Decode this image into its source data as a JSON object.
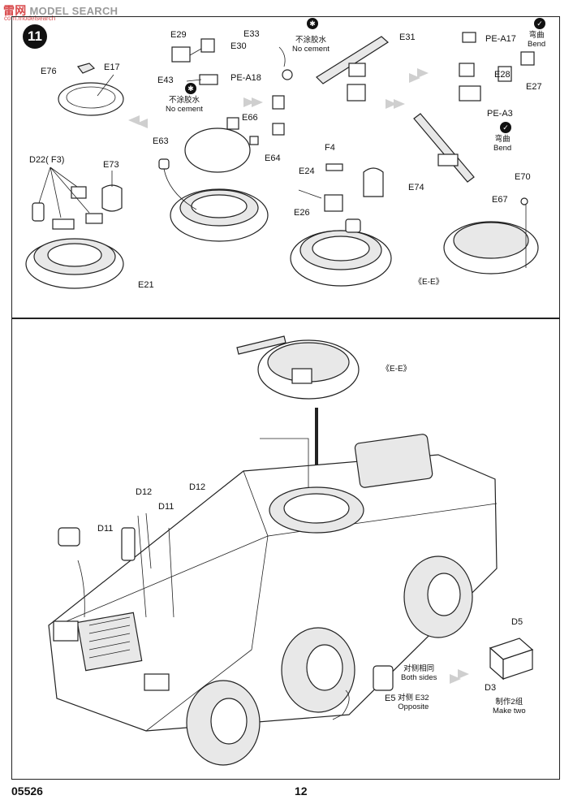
{
  "watermark": {
    "site": "MODEL SEARCH",
    "cn": "雷网",
    "sub": "com.modelsearch"
  },
  "step_number": "11",
  "top_labels": {
    "E76": "E76",
    "E17": "E17",
    "D22": "D22( F3)",
    "E73": "E73",
    "E21": "E21",
    "E29": "E29",
    "E30": "E30",
    "E43": "E43",
    "E63": "E63",
    "E66": "E66",
    "E64": "E64",
    "E33": "E33",
    "PEA18": "PE-A18",
    "E31": "E31",
    "F4": "F4",
    "E24": "E24",
    "E26": "E26",
    "E74": "E74",
    "PEA17": "PE-A17",
    "E28": "E28",
    "E27": "E27",
    "PEA3": "PE-A3",
    "E67": "E67",
    "E70": "E70",
    "EE": "《E-E》"
  },
  "notes": {
    "no_cement_cn": "不涂胶水",
    "no_cement_en": "No cement",
    "bend_cn": "弯曲",
    "bend_en": "Bend",
    "both_sides_cn": "对侧相同",
    "both_sides_en": "Both sides",
    "opposite_cn": "对侧 E32",
    "opposite_en": "Opposite",
    "make_two_cn": "制作2组",
    "make_two_en": "Make two"
  },
  "bottom_labels": {
    "EE": "《E-E》",
    "D12a": "D12",
    "D12b": "D12",
    "D11a": "D11",
    "D11b": "D11",
    "D5": "D5",
    "D3": "D3",
    "E5": "E5"
  },
  "footer": {
    "code": "05526",
    "page": "12"
  }
}
